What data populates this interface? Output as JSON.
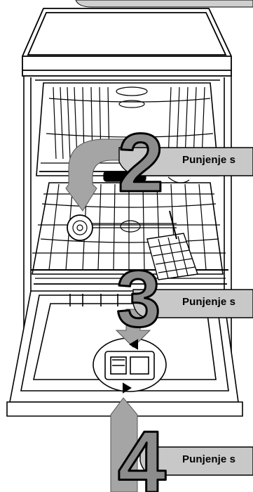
{
  "steps": [
    {
      "number": "2",
      "label": "Punjenje s"
    },
    {
      "number": "3",
      "label": "Punjenje s"
    },
    {
      "number": "4",
      "label": "Punjenje s"
    }
  ],
  "colors": {
    "arrow_fill": "#a5a5a5",
    "banner_fill": "#c8c8c8",
    "number_fill": "#8c8c8c",
    "line": "#000000",
    "background": "#ffffff"
  }
}
